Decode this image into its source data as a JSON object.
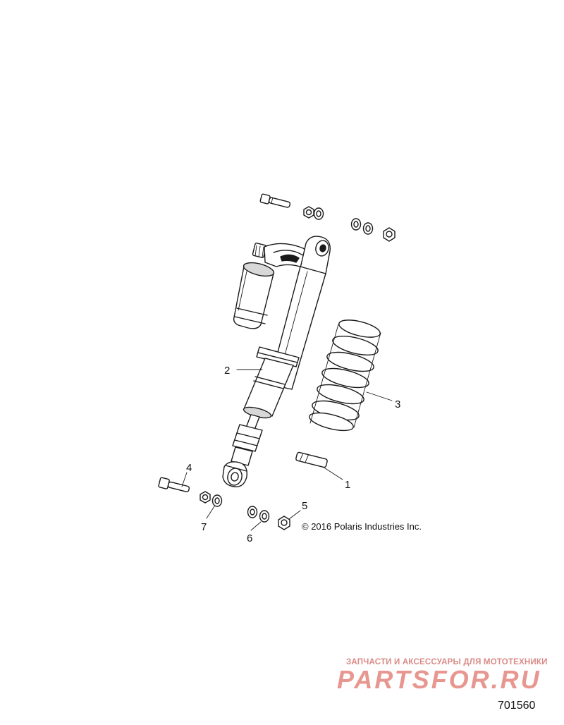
{
  "callouts": [
    {
      "id": "1",
      "text": "1"
    },
    {
      "id": "2",
      "text": "2"
    },
    {
      "id": "3",
      "text": "3"
    },
    {
      "id": "4",
      "text": "4"
    },
    {
      "id": "5",
      "text": "5"
    },
    {
      "id": "6",
      "text": "6"
    },
    {
      "id": "7",
      "text": "7"
    }
  ],
  "copyright": "© 2016 Polaris Industries Inc.",
  "watermark": {
    "tagline": "ЗАПЧАСТИ И АКСЕССУАРЫ ДЛЯ МОТОТЕХНИКИ",
    "logo": "PARTSFOR.RU"
  },
  "figure_number": "701560"
}
